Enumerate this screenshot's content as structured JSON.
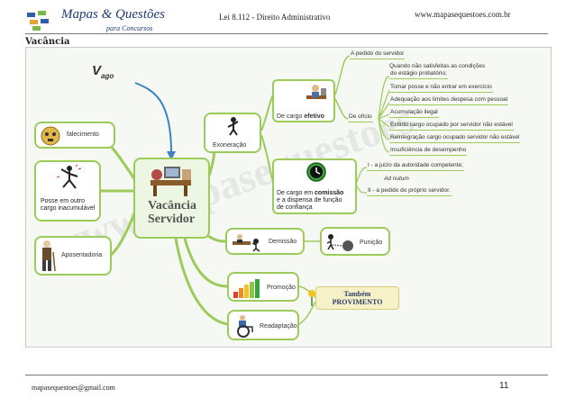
{
  "header": {
    "brand": "Mapas & Questões",
    "brand_sub": "para Concursos",
    "title": "Lei 8.112 - Direito Administrativo",
    "website": "www.mapasequestoes.com.br"
  },
  "section_title": "Vacância",
  "map": {
    "vago": "V",
    "vago_sub": "ago",
    "center_line1": "Vacância",
    "center_line2": "Servidor",
    "falecimento": "falecimento",
    "posse_line1": "Posse em outro",
    "posse_line2": "cargo inacumulável",
    "aposentadoria": "Aposentadoria",
    "exoneracao": "Exoneração",
    "cargo_efetivo_prefix": "De cargo ",
    "cargo_efetivo_bold": "efetivo",
    "pedido_servidor": "A pedido do servidor",
    "de_oficio": "De ofício",
    "oficio_items": [
      "Quando não satisfeitas as condições",
      "do estágio probatório;",
      "Tomar posse e não entrar em exercício",
      "Adequação aos limites despesa com pessoal",
      "Acumulação ilegal",
      "Extinto cargo ocupado por servidor não estável",
      "Reintegração cargo ocupado servidor não estável",
      "Insuficiência de desempenho"
    ],
    "comissao_prefix": "De cargo em ",
    "comissao_bold": "comissão",
    "comissao_line2": "e a dispensa de função",
    "comissao_line3": "de confiança",
    "comissao_i": "I - a juízo da autoridade competente;",
    "ad_nutum": "Ad nutum",
    "comissao_ii": "II - a pedido do próprio servidor.",
    "demissao": "Demissão",
    "punicao": "Punição",
    "promocao": "Promoção",
    "readaptacao": "Readaptação",
    "tambem_line1": "Também",
    "tambem_line2": "PROVIMENTO"
  },
  "watermark": "www.mapasequestoes",
  "footer": {
    "email": "mapasequestoes@gmail.com",
    "page": "11"
  },
  "colors": {
    "branch": "#9ccb5a",
    "arrow": "#3f82c4",
    "brand": "#1f3a77"
  }
}
